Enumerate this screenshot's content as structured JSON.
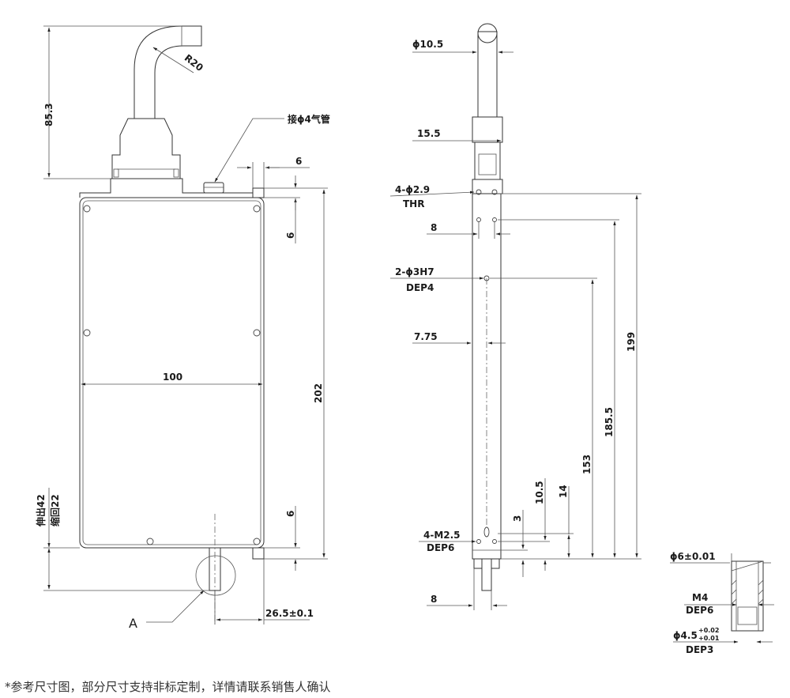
{
  "labels": {
    "retract": "伸出42",
    "extend": "缩回22",
    "air_pipe": "接ϕ4气管",
    "note": "*参考尺寸图，部分尺寸支持非标定制，详情请联系销售人确认",
    "detail_mark": "A",
    "hole_thr": "4-ϕ2.9",
    "hole_thr_sub": "THR",
    "pin_hole": "2-ϕ3H7",
    "pin_hole_sub": "DEP4",
    "thread": "4-M2.5",
    "thread_sub": "DEP6",
    "detail_dia": "ϕ6±0.01",
    "detail_thread": "M4",
    "detail_thread_sub": "DEP6",
    "detail_bore": "ϕ4.5",
    "detail_bore_tol_up": "+0.02",
    "detail_bore_tol_lo": "+0.01",
    "detail_bore_sub": "DEP3"
  },
  "dimensions": {
    "d_85_3": "85.3",
    "d_r20": "R20",
    "d_6_top": "6",
    "d_6_side": "6",
    "d_6_bottom": "6",
    "d_100": "100",
    "d_202": "202",
    "d_26_5": "26.5±0.1",
    "d_10_5_top": "ϕ10.5",
    "d_15_5": "15.5",
    "d_8_top": "8",
    "d_7_75": "7.75",
    "d_199": "199",
    "d_185_5": "185.5",
    "d_153": "153",
    "d_10_5": "10.5",
    "d_14": "14",
    "d_3": "3",
    "d_8_bottom": "8"
  }
}
